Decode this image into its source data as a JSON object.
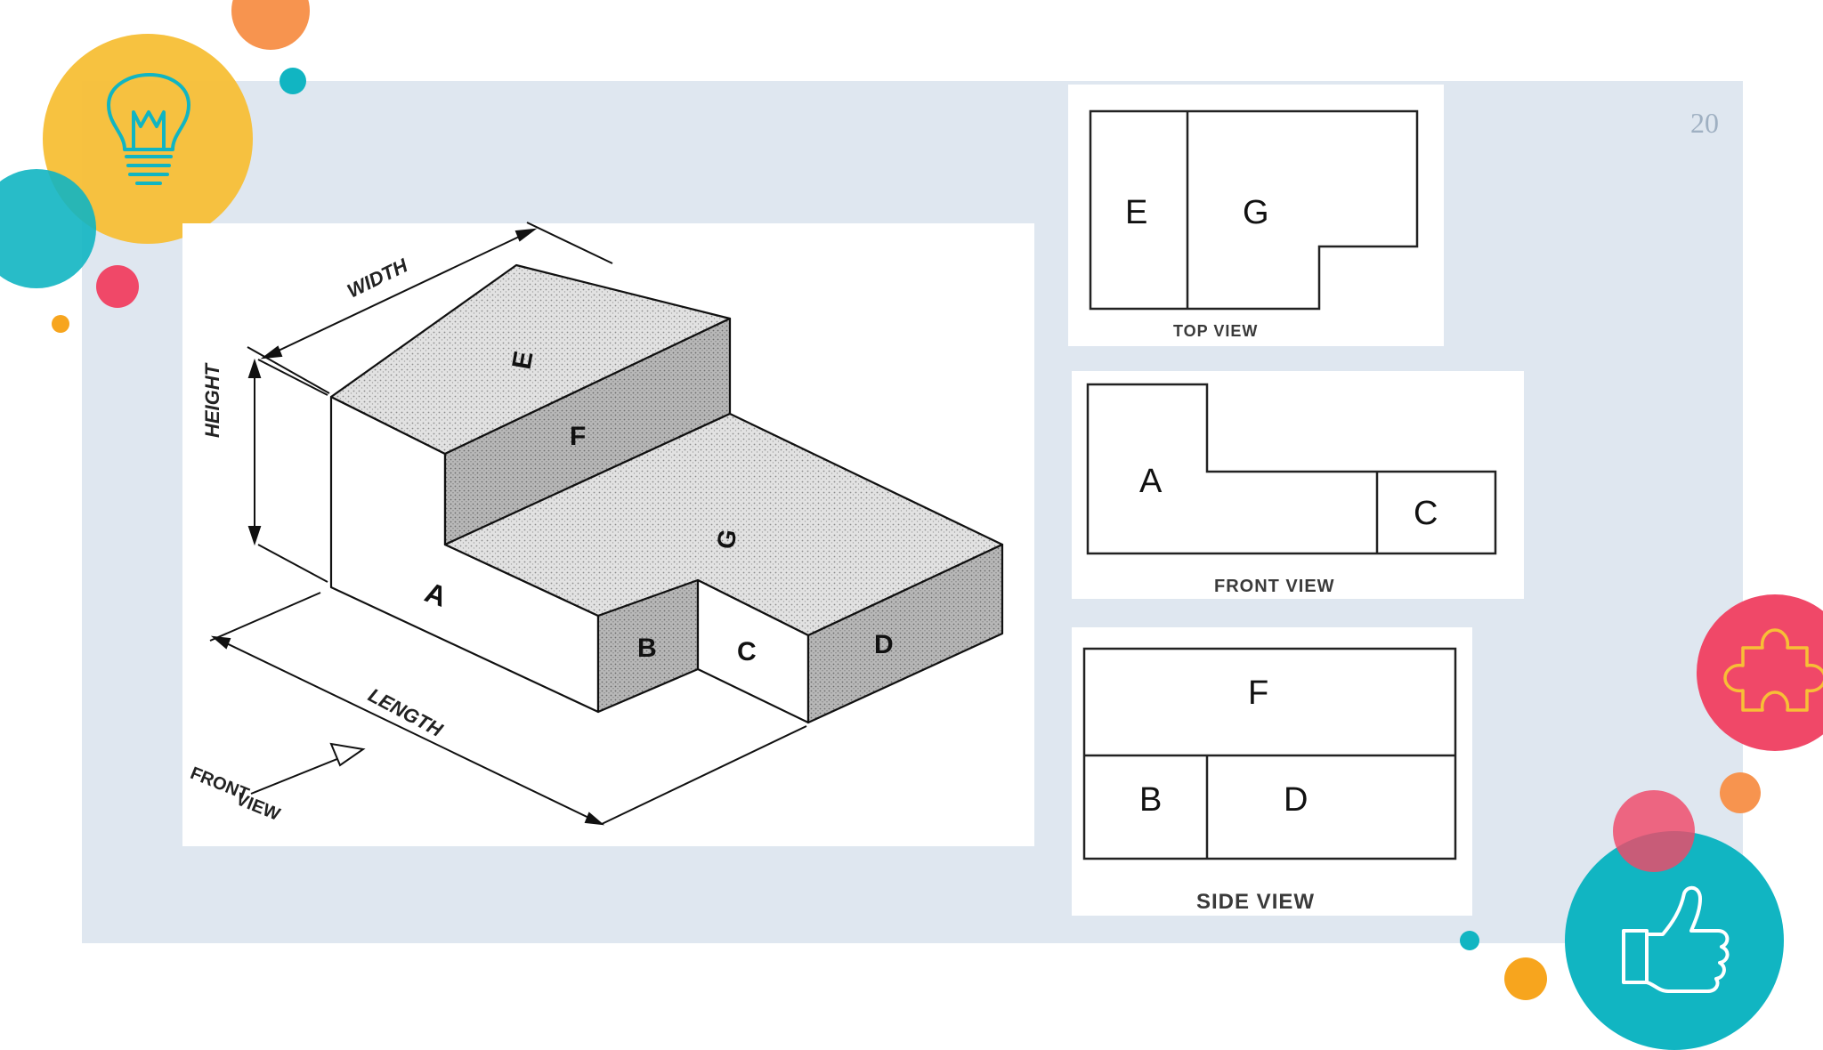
{
  "slide": {
    "page_number": "20"
  },
  "isometric": {
    "dimension_labels": {
      "width": "WIDTH",
      "height": "HEIGHT",
      "length": "LENGTH"
    },
    "face_letters": {
      "a": "A",
      "b": "B",
      "c": "C",
      "d": "D",
      "e": "E",
      "f": "F",
      "g": "G"
    },
    "direction_label_line1": "FRONT",
    "direction_label_line2": "VIEW"
  },
  "top_view": {
    "label": "TOP VIEW",
    "letters": [
      "E",
      "G"
    ]
  },
  "front_view": {
    "label": "FRONT VIEW",
    "letters": [
      "A",
      "C"
    ]
  },
  "side_view": {
    "label": "SIDE VIEW",
    "letters": [
      "F",
      "B",
      "D"
    ]
  },
  "decorations": {
    "icons": [
      "lightbulb-icon",
      "puzzle-icon",
      "thumbs-up-icon"
    ],
    "colors": {
      "yellow": "#f7bf36",
      "teal": "#11b5c2",
      "pink": "#f04868",
      "orange": "#f7944f",
      "panel": "#dfe7f0"
    }
  }
}
